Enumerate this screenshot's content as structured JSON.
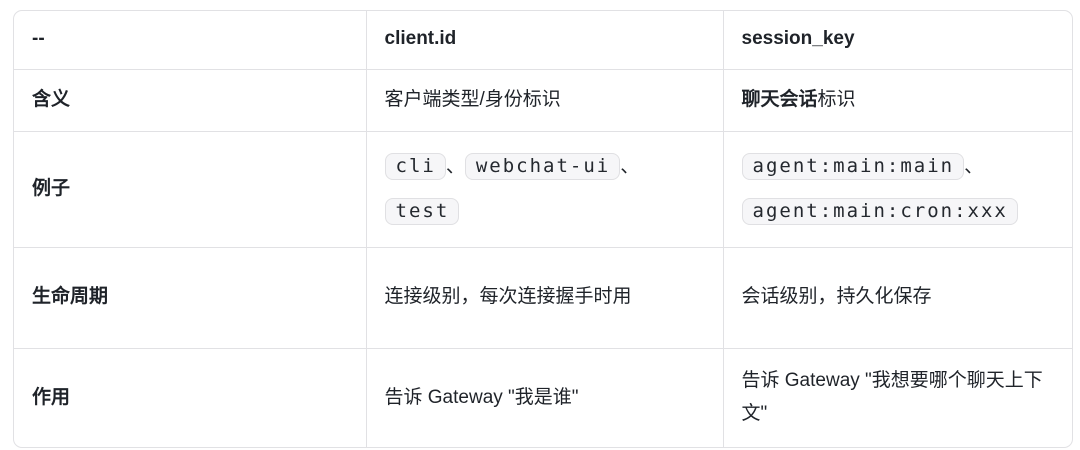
{
  "colors": {
    "text": "#1f2329",
    "border": "#e1e1e4",
    "chip_background": "#f6f6f8",
    "chip_border": "#e0e0e3",
    "page_background": "#ffffff"
  },
  "table": {
    "headers": [
      "--",
      "client.id",
      "session_key"
    ],
    "rows": [
      {
        "label": "含义",
        "client_id": [
          {
            "t": "text",
            "v": "客户端类型/身份标识"
          }
        ],
        "session_key": [
          {
            "t": "bold",
            "v": "聊天会话"
          },
          {
            "t": "text",
            "v": "标识"
          }
        ]
      },
      {
        "label": "例子",
        "client_id": [
          {
            "t": "code",
            "v": "cli"
          },
          {
            "t": "text",
            "v": "、"
          },
          {
            "t": "code",
            "v": "webchat-ui"
          },
          {
            "t": "text",
            "v": "、"
          },
          {
            "t": "code",
            "v": "test"
          }
        ],
        "session_key": [
          {
            "t": "code",
            "v": "agent:main:main"
          },
          {
            "t": "text",
            "v": "、"
          },
          {
            "t": "code",
            "v": "agent:main:cron:xxx"
          }
        ]
      },
      {
        "label": "生命周期",
        "client_id": [
          {
            "t": "text",
            "v": "连接级别，每次连接握手时用"
          }
        ],
        "session_key": [
          {
            "t": "text",
            "v": "会话级别，持久化保存"
          }
        ]
      },
      {
        "label": "作用",
        "client_id": [
          {
            "t": "text",
            "v": "告诉 Gateway \"我是谁\""
          }
        ],
        "session_key": [
          {
            "t": "text",
            "v": "告诉 Gateway \"我想要哪个聊天上下文\""
          }
        ]
      }
    ]
  }
}
